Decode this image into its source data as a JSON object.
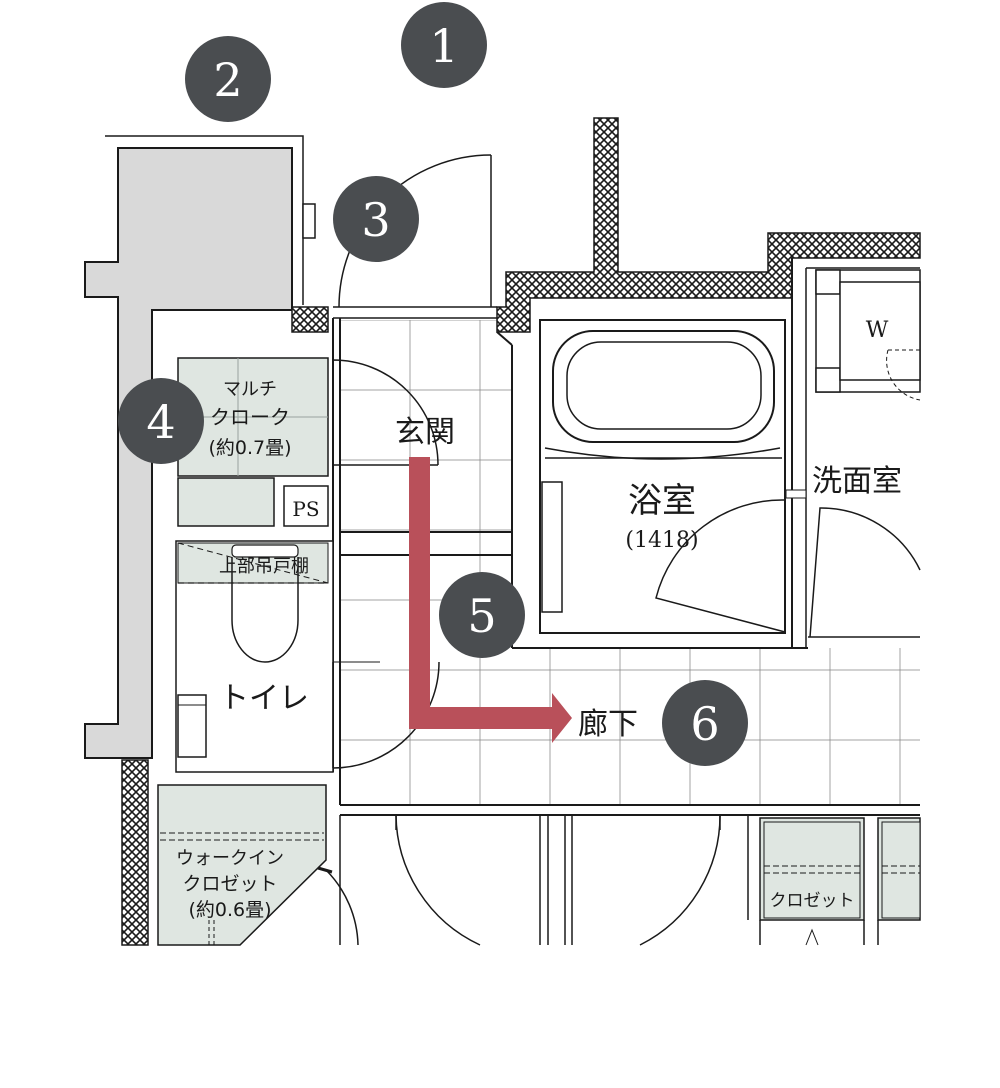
{
  "colors": {
    "marker_fill": "#4a4d50",
    "path_arrow": "#b9505a",
    "storage_fill": "#dfe6e1",
    "exterior_wall": "#d9d9d9",
    "line": "#1a1a1a"
  },
  "markers": [
    {
      "number": "1",
      "meaning": ""
    },
    {
      "number": "2",
      "meaning": ""
    },
    {
      "number": "3",
      "meaning": ""
    },
    {
      "number": "4",
      "meaning": ""
    },
    {
      "number": "5",
      "meaning": ""
    },
    {
      "number": "6",
      "meaning": ""
    }
  ],
  "rooms": {
    "genkan": "玄関",
    "bathroom": "浴室",
    "bathroom_size": "(1418)",
    "washroom": "洗面室",
    "washer": "W",
    "toilet": "トイレ",
    "upper_shelf": "上部吊戸棚",
    "ps": "PS",
    "corridor": "廊下",
    "multi_cloak_line1": "マルチ",
    "multi_cloak_line2": "クローク",
    "multi_cloak_line3": "(約0.7畳)",
    "wic_line1": "ウォークイン",
    "wic_line2": "クロゼット",
    "wic_line3": "(約0.6畳)",
    "closet": "クロゼット"
  }
}
